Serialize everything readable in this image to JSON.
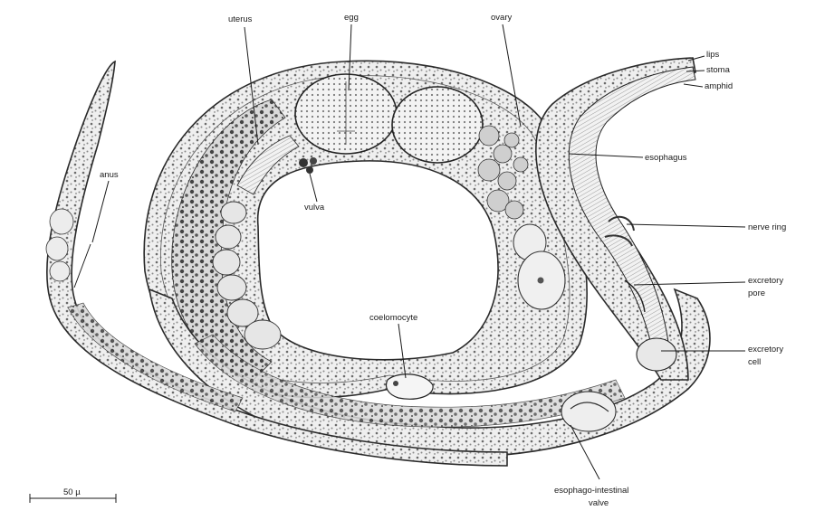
{
  "labels": {
    "uterus": "uterus",
    "egg": "egg",
    "ovary": "ovary",
    "lips": "lips",
    "stoma": "stoma",
    "amphid": "amphid",
    "anus": "anus",
    "esophagus": "esophagus",
    "vulva": "vulva",
    "nerve_ring": "nerve ring",
    "excretory_pore_1": "excretory",
    "excretory_pore_2": "pore",
    "coelomocyte": "coelomocyte",
    "excretory_cell_1": "excretory",
    "excretory_cell_2": "cell",
    "esophago_valve_1": "esophago-intestinal",
    "esophago_valve_2": "valve"
  },
  "scale_bar": {
    "label": "50 µ"
  },
  "colors": {
    "ink": "#1a1a1a",
    "tissue": "#eeeeee",
    "paper": "#ffffff"
  }
}
